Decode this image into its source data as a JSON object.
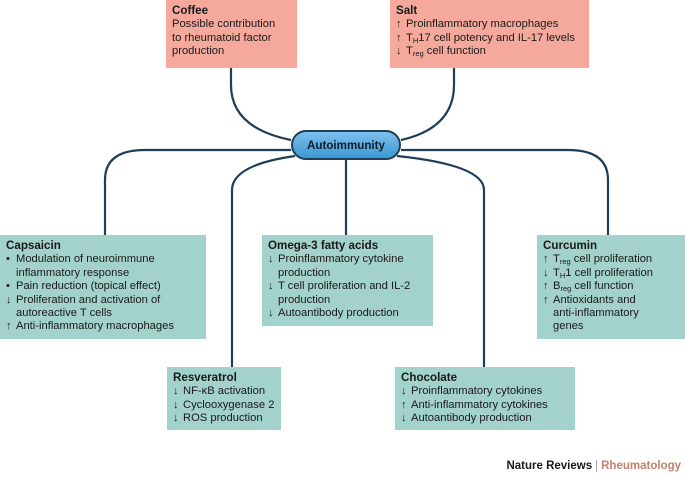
{
  "hub": {
    "label": "Autoimmunity"
  },
  "colors": {
    "top_box": "#f4a99c",
    "bottom_box": "#a3d1cb",
    "hub_fill": "#3d97d4",
    "connector": "#1f3e58"
  },
  "boxes": {
    "coffee": {
      "title": "Coffee",
      "lines": [
        "Possible contribution",
        "to rheumatoid factor",
        "production"
      ]
    },
    "salt": {
      "title": "Salt",
      "items": [
        {
          "arrow": "↑",
          "pre": "Proinflammatory macrophages",
          "sub": "",
          "post": ""
        },
        {
          "arrow": "↑",
          "pre": "T",
          "sub": "H",
          "post": "17 cell potency and IL-17 levels"
        },
        {
          "arrow": "↓",
          "pre": "T",
          "sub": "reg",
          "post": " cell function"
        }
      ]
    },
    "capsaicin": {
      "title": "Capsaicin",
      "bullet": "•",
      "items": [
        {
          "marker": "•",
          "line1": "Modulation of neuroimmune",
          "line2": "inflammatory response"
        },
        {
          "marker": "•",
          "line1": "Pain reduction (topical effect)",
          "line2": ""
        },
        {
          "marker": "↓",
          "line1": "Proliferation and activation of",
          "line2": "autoreactive T cells"
        },
        {
          "marker": "↑",
          "line1": "Anti-inflammatory macrophages",
          "line2": ""
        }
      ]
    },
    "omega3": {
      "title": "Omega-3 fatty acids",
      "items": [
        {
          "marker": "↓",
          "line1": "Proinflammatory cytokine",
          "line2": "production"
        },
        {
          "marker": "↓",
          "line1": "T cell proliferation and IL-2",
          "line2": "production"
        },
        {
          "marker": "↓",
          "line1": "Autoantibody production",
          "line2": ""
        }
      ]
    },
    "curcumin": {
      "title": "Curcumin",
      "items": [
        {
          "arrow": "↑",
          "pre": "T",
          "sub": "reg",
          "post": " cell proliferation"
        },
        {
          "arrow": "↓",
          "pre": "T",
          "sub": "H",
          "post": "1 cell proliferation"
        },
        {
          "arrow": "↑",
          "pre": "B",
          "sub": "reg",
          "post": " cell function"
        }
      ],
      "extra": {
        "marker": "↑",
        "lines": [
          "Antioxidants and",
          "anti-inflammatory",
          "genes"
        ]
      }
    },
    "resveratrol": {
      "title": "Resveratrol",
      "items": [
        {
          "marker": "↓",
          "text": "NF-κB activation"
        },
        {
          "marker": "↓",
          "text": "Cyclooxygenase 2"
        },
        {
          "marker": "↓",
          "text": "ROS production"
        }
      ]
    },
    "chocolate": {
      "title": "Chocolate",
      "items": [
        {
          "marker": "↓",
          "text": "Proinflammatory cytokines"
        },
        {
          "marker": "↑",
          "text": "Anti-inflammatory cytokines"
        },
        {
          "marker": "↓",
          "text": "Autoantibody production"
        }
      ]
    }
  },
  "credit": {
    "publisher": "Nature Reviews",
    "separator": "|",
    "journal": "Rheumatology"
  }
}
